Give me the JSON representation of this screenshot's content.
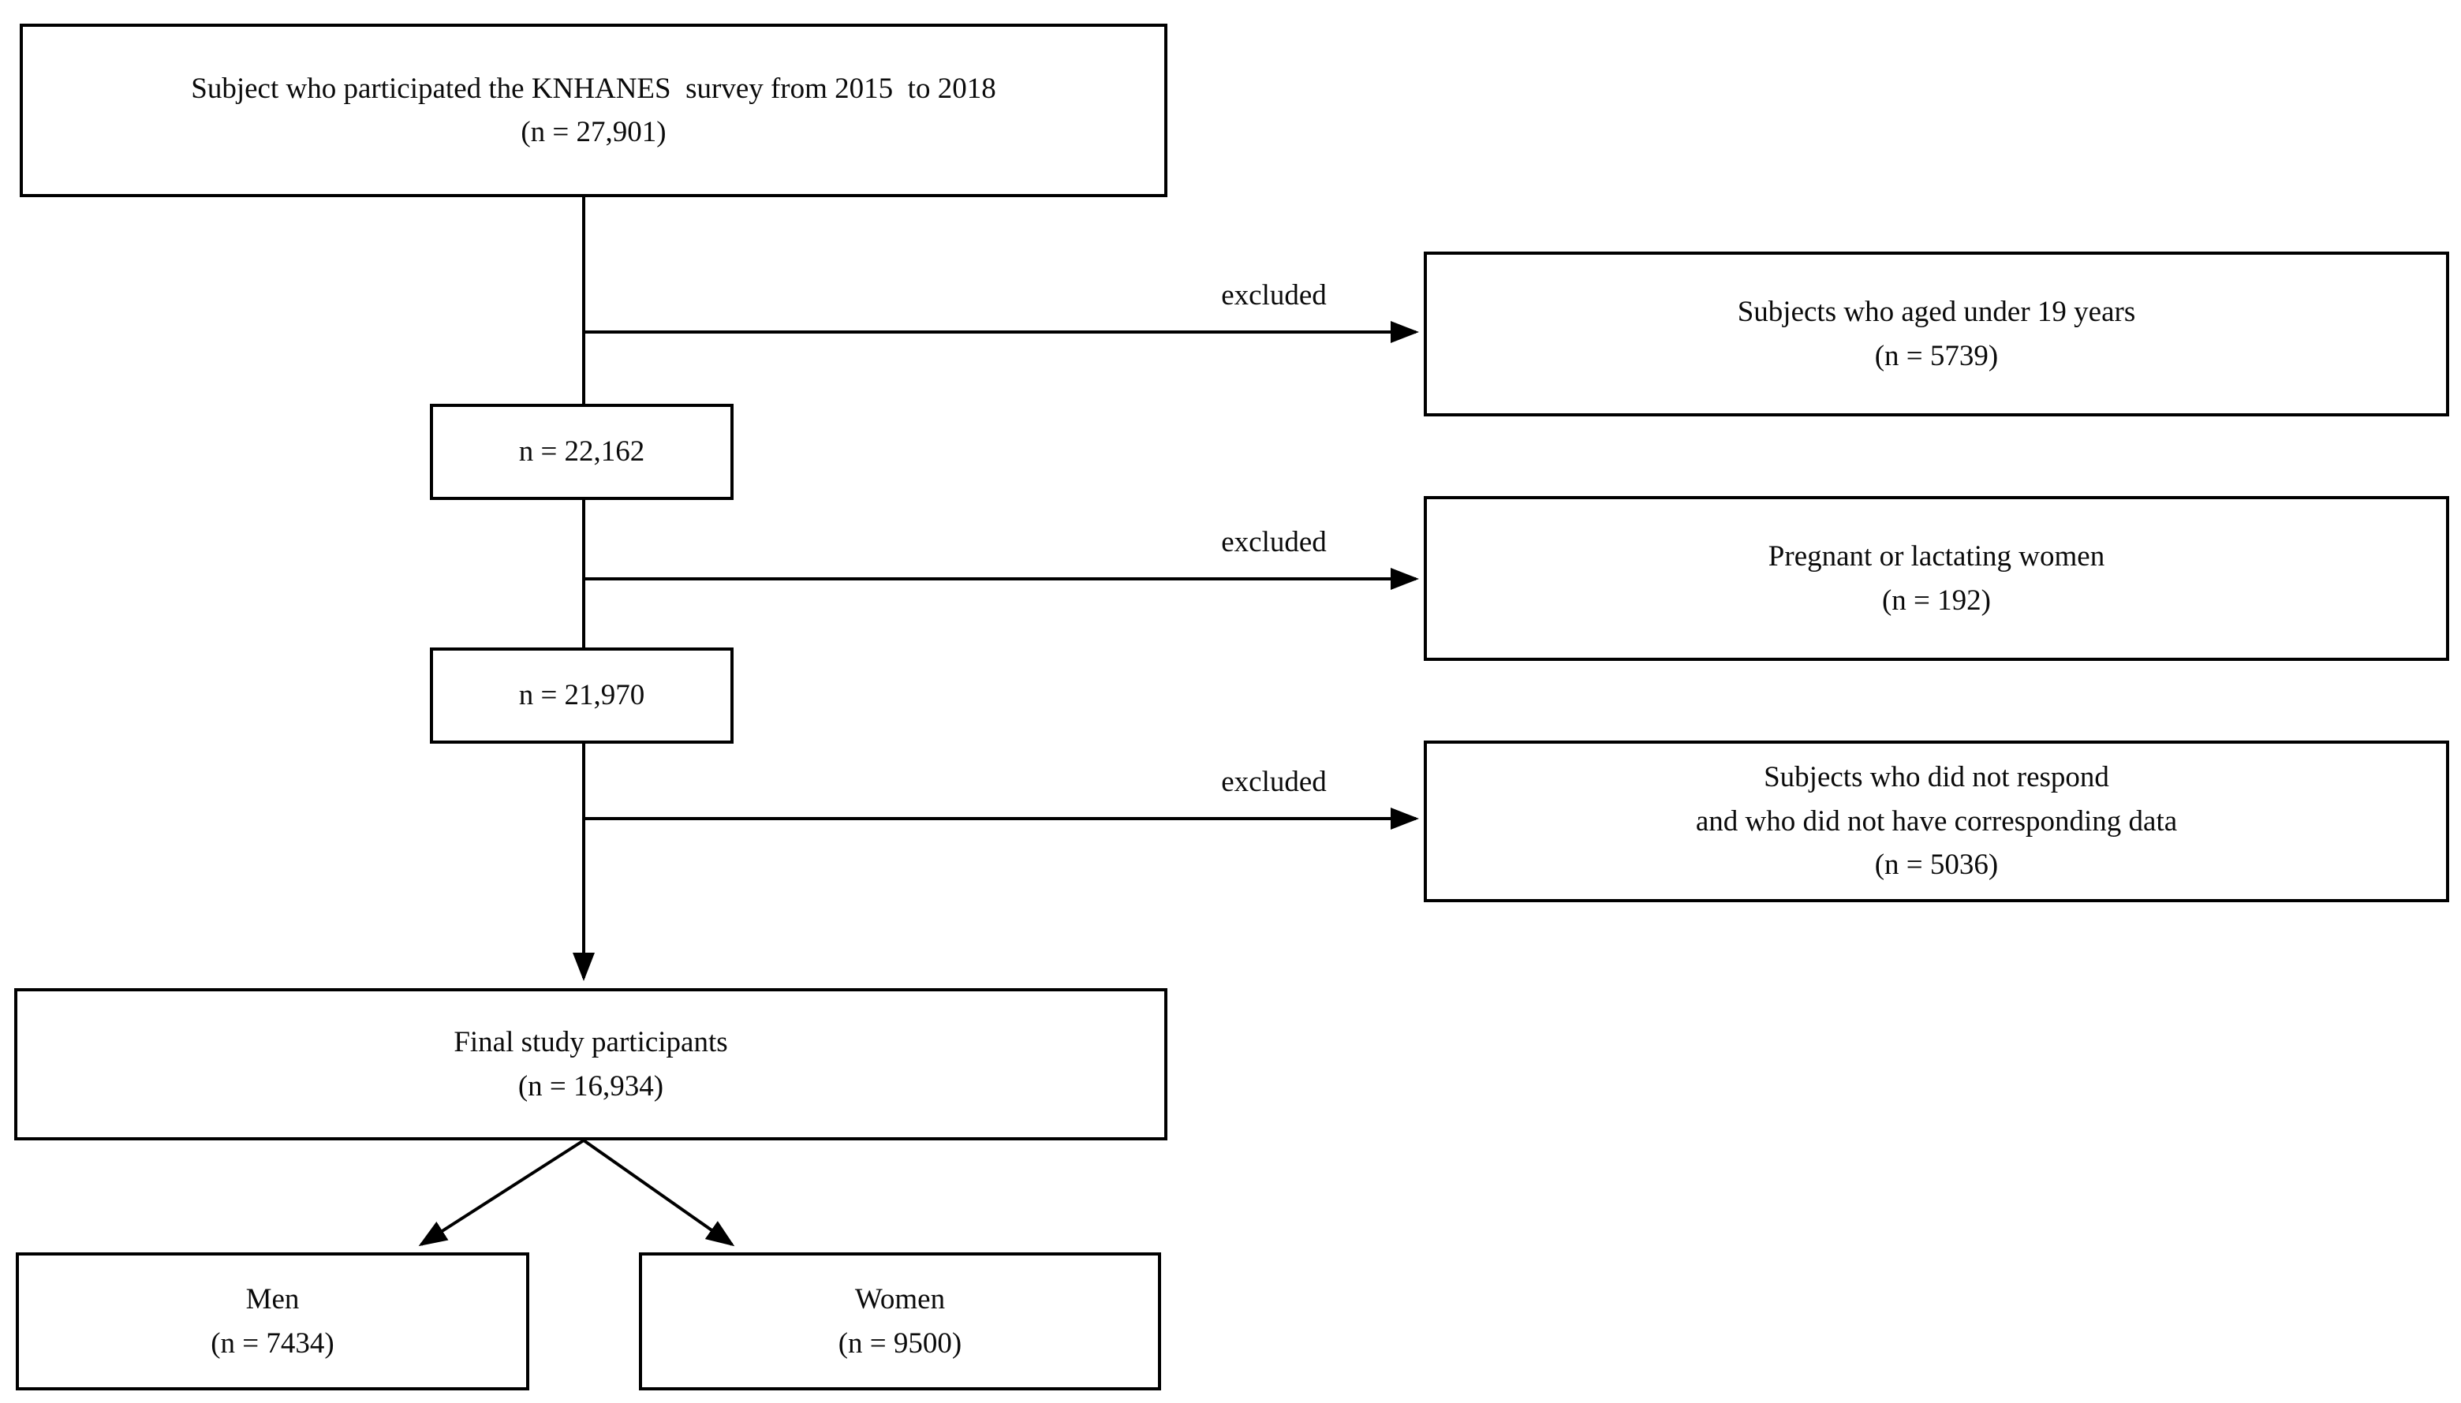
{
  "diagram": {
    "title_hint": "KNHANES participant selection flowchart",
    "excluded_label": "excluded",
    "colors": {
      "background": "#ffffff",
      "border": "#000000",
      "text": "#0b0b0b",
      "arrow": "#000000"
    },
    "boxes": {
      "initial": {
        "line1": "Subject who participated the KNHANES  survey from 2015  to 2018",
        "line2": "(n = 27,901)"
      },
      "after_age_exclusion": {
        "line1": "n = 22,162"
      },
      "after_pregnancy_exclusion": {
        "line1": "n = 21,970"
      },
      "age_exclusion": {
        "line1": "Subjects who aged under 19 years",
        "line2": "(n = 5739)"
      },
      "pregnancy_exclusion": {
        "line1": "Pregnant or lactating women",
        "line2": "(n = 192)"
      },
      "nonresponse_exclusion": {
        "line1": "Subjects who did not respond",
        "line2": "and who did not have corresponding data",
        "line3": "(n = 5036)"
      },
      "final": {
        "line1": "Final study participants",
        "line2": "(n = 16,934)"
      },
      "men": {
        "line1": "Men",
        "line2": "(n = 7434)"
      },
      "women": {
        "line1": "Women",
        "line2": "(n = 9500)"
      }
    }
  }
}
